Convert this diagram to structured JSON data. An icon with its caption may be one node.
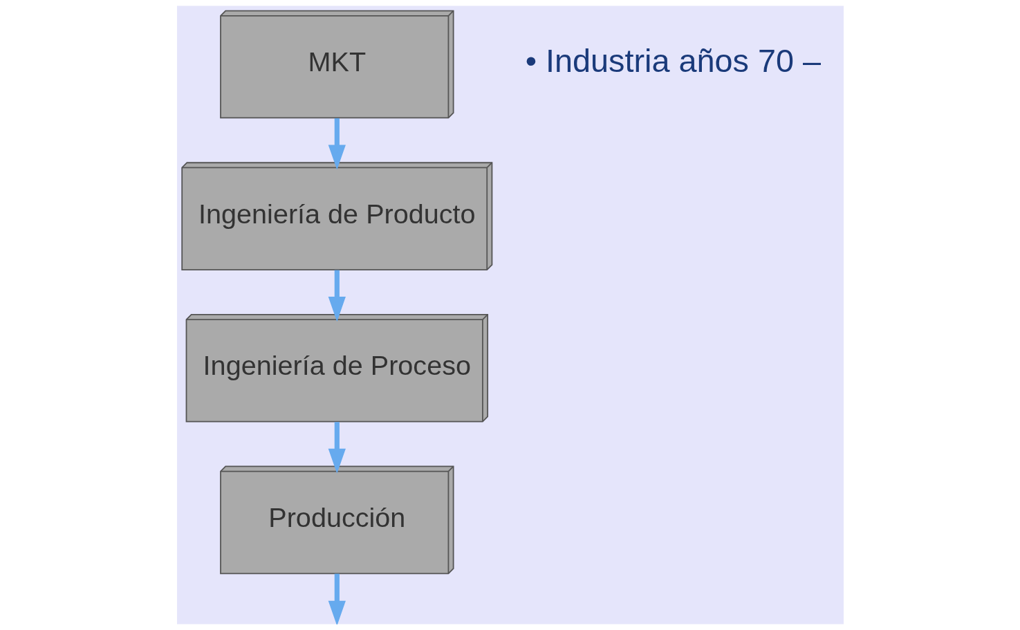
{
  "diagram": {
    "nodes": [
      {
        "text": [
          "MKT"
        ]
      },
      {
        "text": [
          "Ingeniería de Producto"
        ]
      },
      {
        "text": [
          "Ingeniería de Proceso"
        ]
      },
      {
        "text": [
          "Producción"
        ]
      }
    ],
    "edges": [
      {
        "from": 0,
        "to": 1,
        "arrow": "to"
      },
      {
        "from": 1,
        "to": 2,
        "arrow": "to"
      },
      {
        "from": 2,
        "to": 3,
        "arrow": "to"
      },
      {
        "from": 3,
        "to": null,
        "arrow": "to"
      }
    ],
    "labels": [
      "• Industria años 70 –"
    ]
  }
}
